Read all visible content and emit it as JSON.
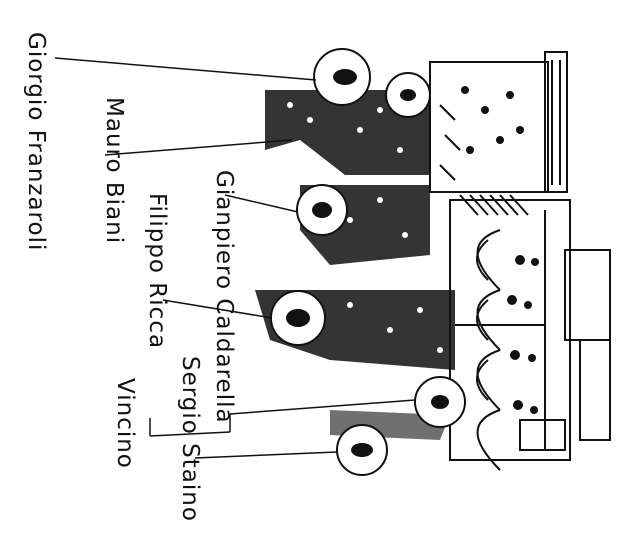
{
  "labels": {
    "giorgio": "Giorgio Franzaroli",
    "mauro": "Mauro Biani",
    "gianpiero": "Gianpiero Caldarella",
    "filippo": "Filippo Ricca",
    "sergio": "Sergio Staino",
    "vincino": "Vincino"
  },
  "colors": {
    "ink": "#111111",
    "paper": "#ffffff"
  }
}
